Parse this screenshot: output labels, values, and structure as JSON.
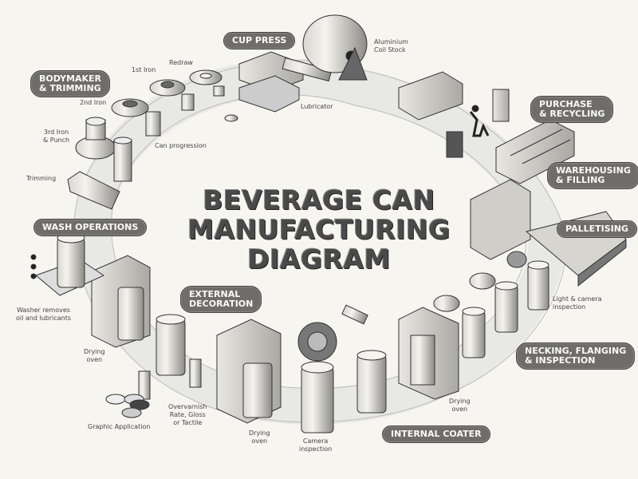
{
  "title": {
    "line1": "BEVERAGE CAN",
    "line2": "MANUFACTURING",
    "line3": "DIAGRAM"
  },
  "stages": {
    "bodymaker": {
      "line1": "BODYMAKER",
      "line2": "& TRIMMING"
    },
    "cup_press": "CUP PRESS",
    "purchase": {
      "line1": "PURCHASE",
      "line2": "& RECYCLING"
    },
    "warehousing": {
      "line1": "WAREHOUSING",
      "line2": "& FILLING"
    },
    "palletising": "PALLETISING",
    "necking": {
      "line1": "NECKING, FLANGING",
      "line2": "& INSPECTION"
    },
    "internal_coater": "INTERNAL COATER",
    "external_decoration": {
      "line1": "EXTERNAL",
      "line2": "DECORATION"
    },
    "wash_operations": "WASH OPERATIONS"
  },
  "notes": {
    "redraw": "Redraw",
    "first_iron": "1st Iron",
    "second_iron": "2nd Iron",
    "third_iron": {
      "line1": "3rd Iron",
      "line2": "& Punch"
    },
    "trimming": "Trimming",
    "can_progression": "Can progression",
    "lubricator": "Lubricator",
    "aluminium": {
      "line1": "Aluminium",
      "line2": "Coil Stock"
    },
    "washer": {
      "line1": "Washer removes",
      "line2": "oil and lubricants"
    },
    "drying_oven_left": {
      "line1": "Drying",
      "line2": "oven"
    },
    "graphic_application": "Graphic Application",
    "overvarnish": {
      "line1": "Overvarnish",
      "line2": "Rate, Gloss",
      "line3": "or Tactile"
    },
    "drying_oven_mid": {
      "line1": "Drying",
      "line2": "oven"
    },
    "camera_inspection": {
      "line1": "Camera",
      "line2": "inspection"
    },
    "drying_oven_right": {
      "line1": "Drying",
      "line2": "oven"
    },
    "light_camera": {
      "line1": "Light & camera",
      "line2": "inspection"
    }
  },
  "colors": {
    "background": "#f6f5f0",
    "pill": "#6e6d69",
    "pill_text": "#fafaf6",
    "ink": "#333333"
  }
}
